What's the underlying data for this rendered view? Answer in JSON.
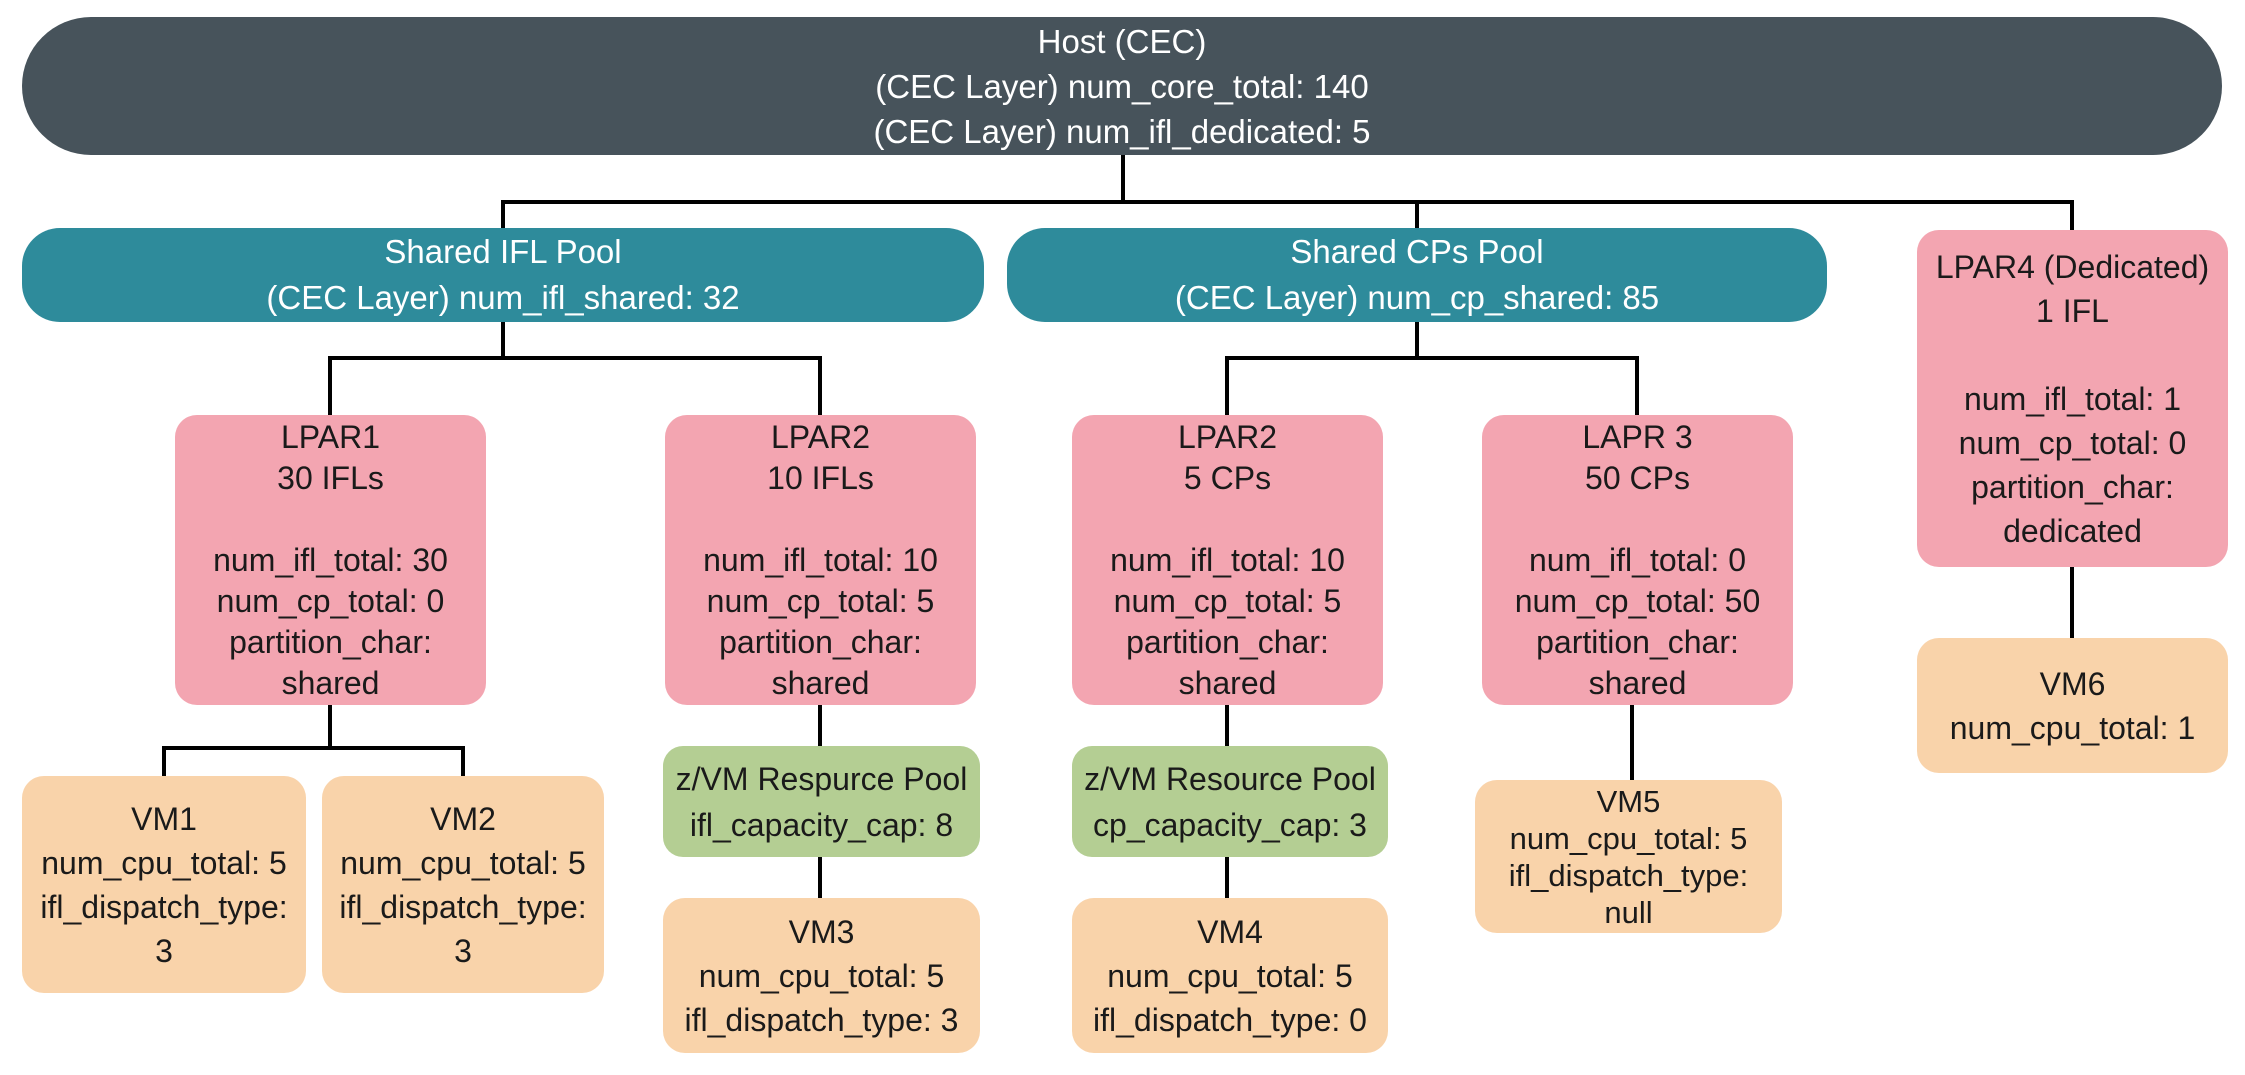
{
  "colors": {
    "host_fill": "#47535B",
    "pool_fill": "#2E8B9B",
    "lpar_fill": "#F3A5B1",
    "zvm_pool_fill": "#B4CE93",
    "vm_fill": "#F9D3AA",
    "connector": "#000000",
    "text_light": "#FFFFFF",
    "text_dark": "#1A1A1A"
  },
  "nodes": {
    "host": {
      "lines": [
        "Host (CEC)",
        "(CEC Layer) num_core_total: 140",
        "(CEC Layer) num_ifl_dedicated: 5"
      ]
    },
    "shared_ifl_pool": {
      "lines": [
        "Shared IFL Pool",
        "(CEC Layer) num_ifl_shared: 32"
      ]
    },
    "shared_cps_pool": {
      "lines": [
        "Shared CPs Pool",
        "(CEC Layer) num_cp_shared: 85"
      ]
    },
    "lpar1": {
      "lines": [
        "LPAR1",
        "30 IFLs",
        "",
        "num_ifl_total: 30",
        "num_cp_total: 0",
        "partition_char:",
        "shared"
      ]
    },
    "lpar2_ifl": {
      "lines": [
        "LPAR2",
        "10 IFLs",
        "",
        "num_ifl_total: 10",
        "num_cp_total: 5",
        "partition_char:",
        "shared"
      ]
    },
    "lpar2_cp": {
      "lines": [
        "LPAR2",
        "5 CPs",
        "",
        "num_ifl_total: 10",
        "num_cp_total: 5",
        "partition_char:",
        "shared"
      ]
    },
    "lapr3": {
      "lines": [
        "LAPR 3",
        "50 CPs",
        "",
        "num_ifl_total: 0",
        "num_cp_total: 50",
        "partition_char:",
        "shared"
      ]
    },
    "lpar4": {
      "lines": [
        "LPAR4 (Dedicated)",
        "1 IFL",
        "",
        "num_ifl_total: 1",
        "num_cp_total: 0",
        "partition_char:",
        "dedicated"
      ]
    },
    "zvm_pool_ifl": {
      "lines": [
        "z/VM Respurce Pool",
        "ifl_capacity_cap: 8"
      ]
    },
    "zvm_pool_cp": {
      "lines": [
        "z/VM Resource Pool",
        "cp_capacity_cap: 3"
      ]
    },
    "vm1": {
      "lines": [
        "VM1",
        "num_cpu_total: 5",
        "ifl_dispatch_type:",
        "3"
      ]
    },
    "vm2": {
      "lines": [
        "VM2",
        "num_cpu_total: 5",
        "ifl_dispatch_type:",
        "3"
      ]
    },
    "vm3": {
      "lines": [
        "VM3",
        "num_cpu_total: 5",
        "ifl_dispatch_type: 3"
      ]
    },
    "vm4": {
      "lines": [
        "VM4",
        "num_cpu_total: 5",
        "ifl_dispatch_type: 0"
      ]
    },
    "vm5": {
      "lines": [
        "VM5",
        "num_cpu_total: 5",
        "ifl_dispatch_type:",
        "null"
      ]
    },
    "vm6": {
      "lines": [
        "VM6",
        "num_cpu_total: 1"
      ]
    }
  }
}
